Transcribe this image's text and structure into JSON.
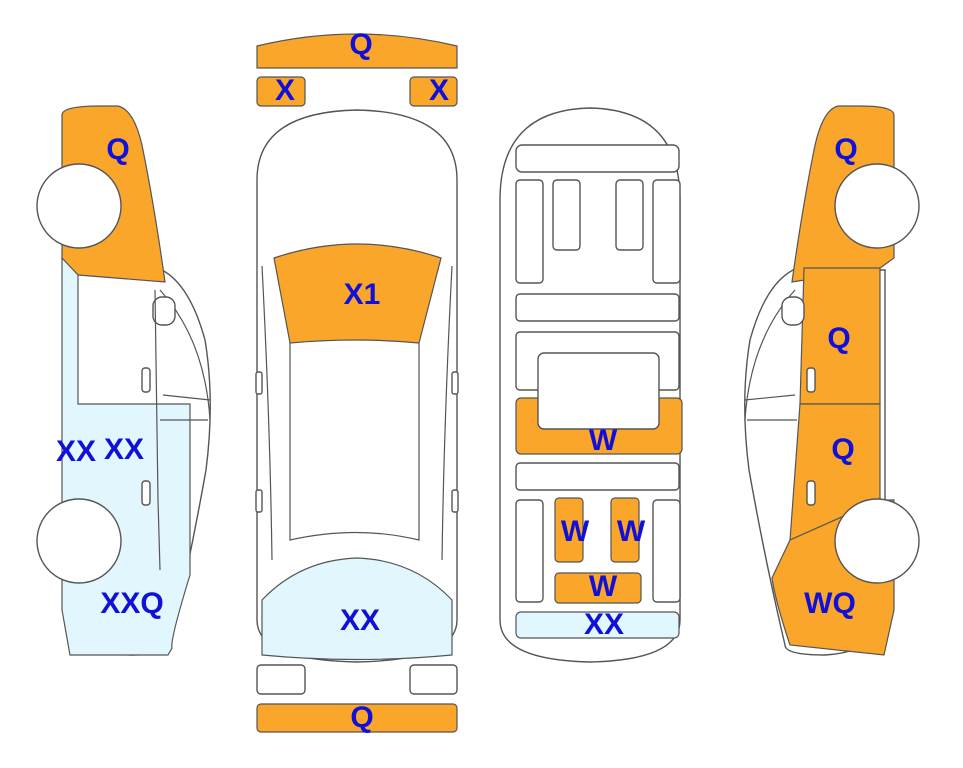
{
  "colors": {
    "damaged": "#F9A62B",
    "minor": "#E1F6FD",
    "outline": "#555555",
    "label": "#1010D8",
    "background": "#FFFFFF"
  },
  "labels": {
    "front_bumper": "Q",
    "front_left_headlight": "X",
    "front_right_headlight": "X",
    "hood": "X1",
    "rear_window": "XX",
    "rear_bumper": "Q",
    "interior_front_row": "W",
    "interior_left_seat": "W",
    "interior_right_seat": "W",
    "interior_rear_seat": "W",
    "trunk": "XX",
    "left_front_fender": "Q",
    "left_front_door": "XX",
    "left_rear_door": "XX",
    "left_rear_quarter": "XXQ",
    "right_front_fender": "Q",
    "right_front_door": "Q",
    "right_rear_door": "Q",
    "right_rear_quarter": "WQ"
  }
}
